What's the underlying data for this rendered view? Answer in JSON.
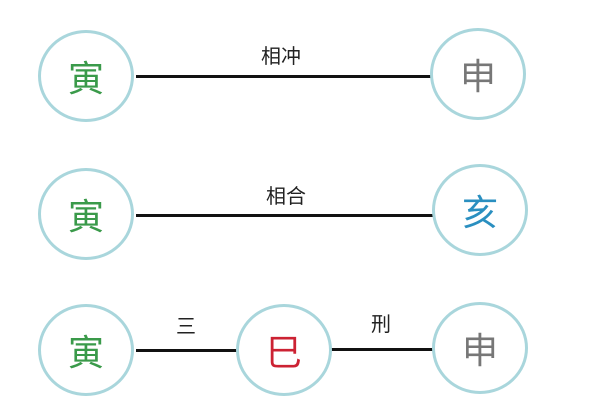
{
  "rows": [
    {
      "relation": "相冲",
      "nodes": [
        {
          "char": "寅",
          "color": "#3a9a4a"
        },
        {
          "char": "申",
          "color": "#777777"
        }
      ]
    },
    {
      "relation": "相合",
      "nodes": [
        {
          "char": "寅",
          "color": "#3a9a4a"
        },
        {
          "char": "亥",
          "color": "#2a8fc0"
        }
      ]
    },
    {
      "relation_parts": [
        "三",
        "刑"
      ],
      "nodes": [
        {
          "char": "寅",
          "color": "#3a9a4a"
        },
        {
          "char": "巳",
          "color": "#cc2233"
        },
        {
          "char": "申",
          "color": "#777777"
        }
      ]
    }
  ],
  "colors": {
    "circle_border": "#a9d6dc",
    "line": "#111111"
  }
}
